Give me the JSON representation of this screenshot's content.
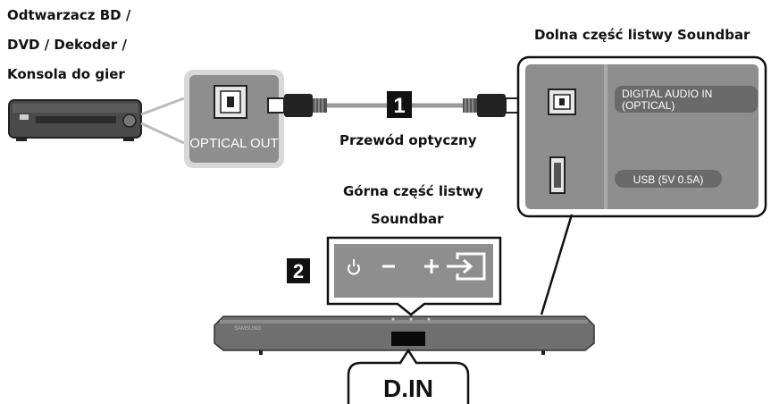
{
  "source_device": {
    "label_line1": "Odtwarzacz BD /",
    "label_line2": "DVD / Dekoder /",
    "label_line3": "Konsola do gier",
    "port_label": "OPTICAL OUT"
  },
  "cable": {
    "step_number": "1",
    "label": "Przewód optyczny"
  },
  "soundbar_bottom": {
    "title": "Dolna część listwy Soundbar",
    "port_digital_line1": "DIGITAL AUDIO IN",
    "port_digital_line2": "(OPTICAL)",
    "port_usb": "USB (5V 0.5A)"
  },
  "soundbar_top": {
    "title_line1": "Górna część listwy",
    "title_line2": "Soundbar",
    "step_number": "2",
    "brand": "SAMSUNG"
  },
  "display": {
    "text": "D.IN"
  },
  "icons": {
    "power": "power-icon",
    "volume_down": "minus-icon",
    "volume_up": "plus-icon",
    "source": "source-input-icon",
    "optical_port": "optical-port-icon",
    "usb_port": "usb-port-icon"
  },
  "colors": {
    "panel_gray": "#8e8e8e",
    "soundbar_body": "#6f6f6f",
    "step_badge": "#111111"
  }
}
